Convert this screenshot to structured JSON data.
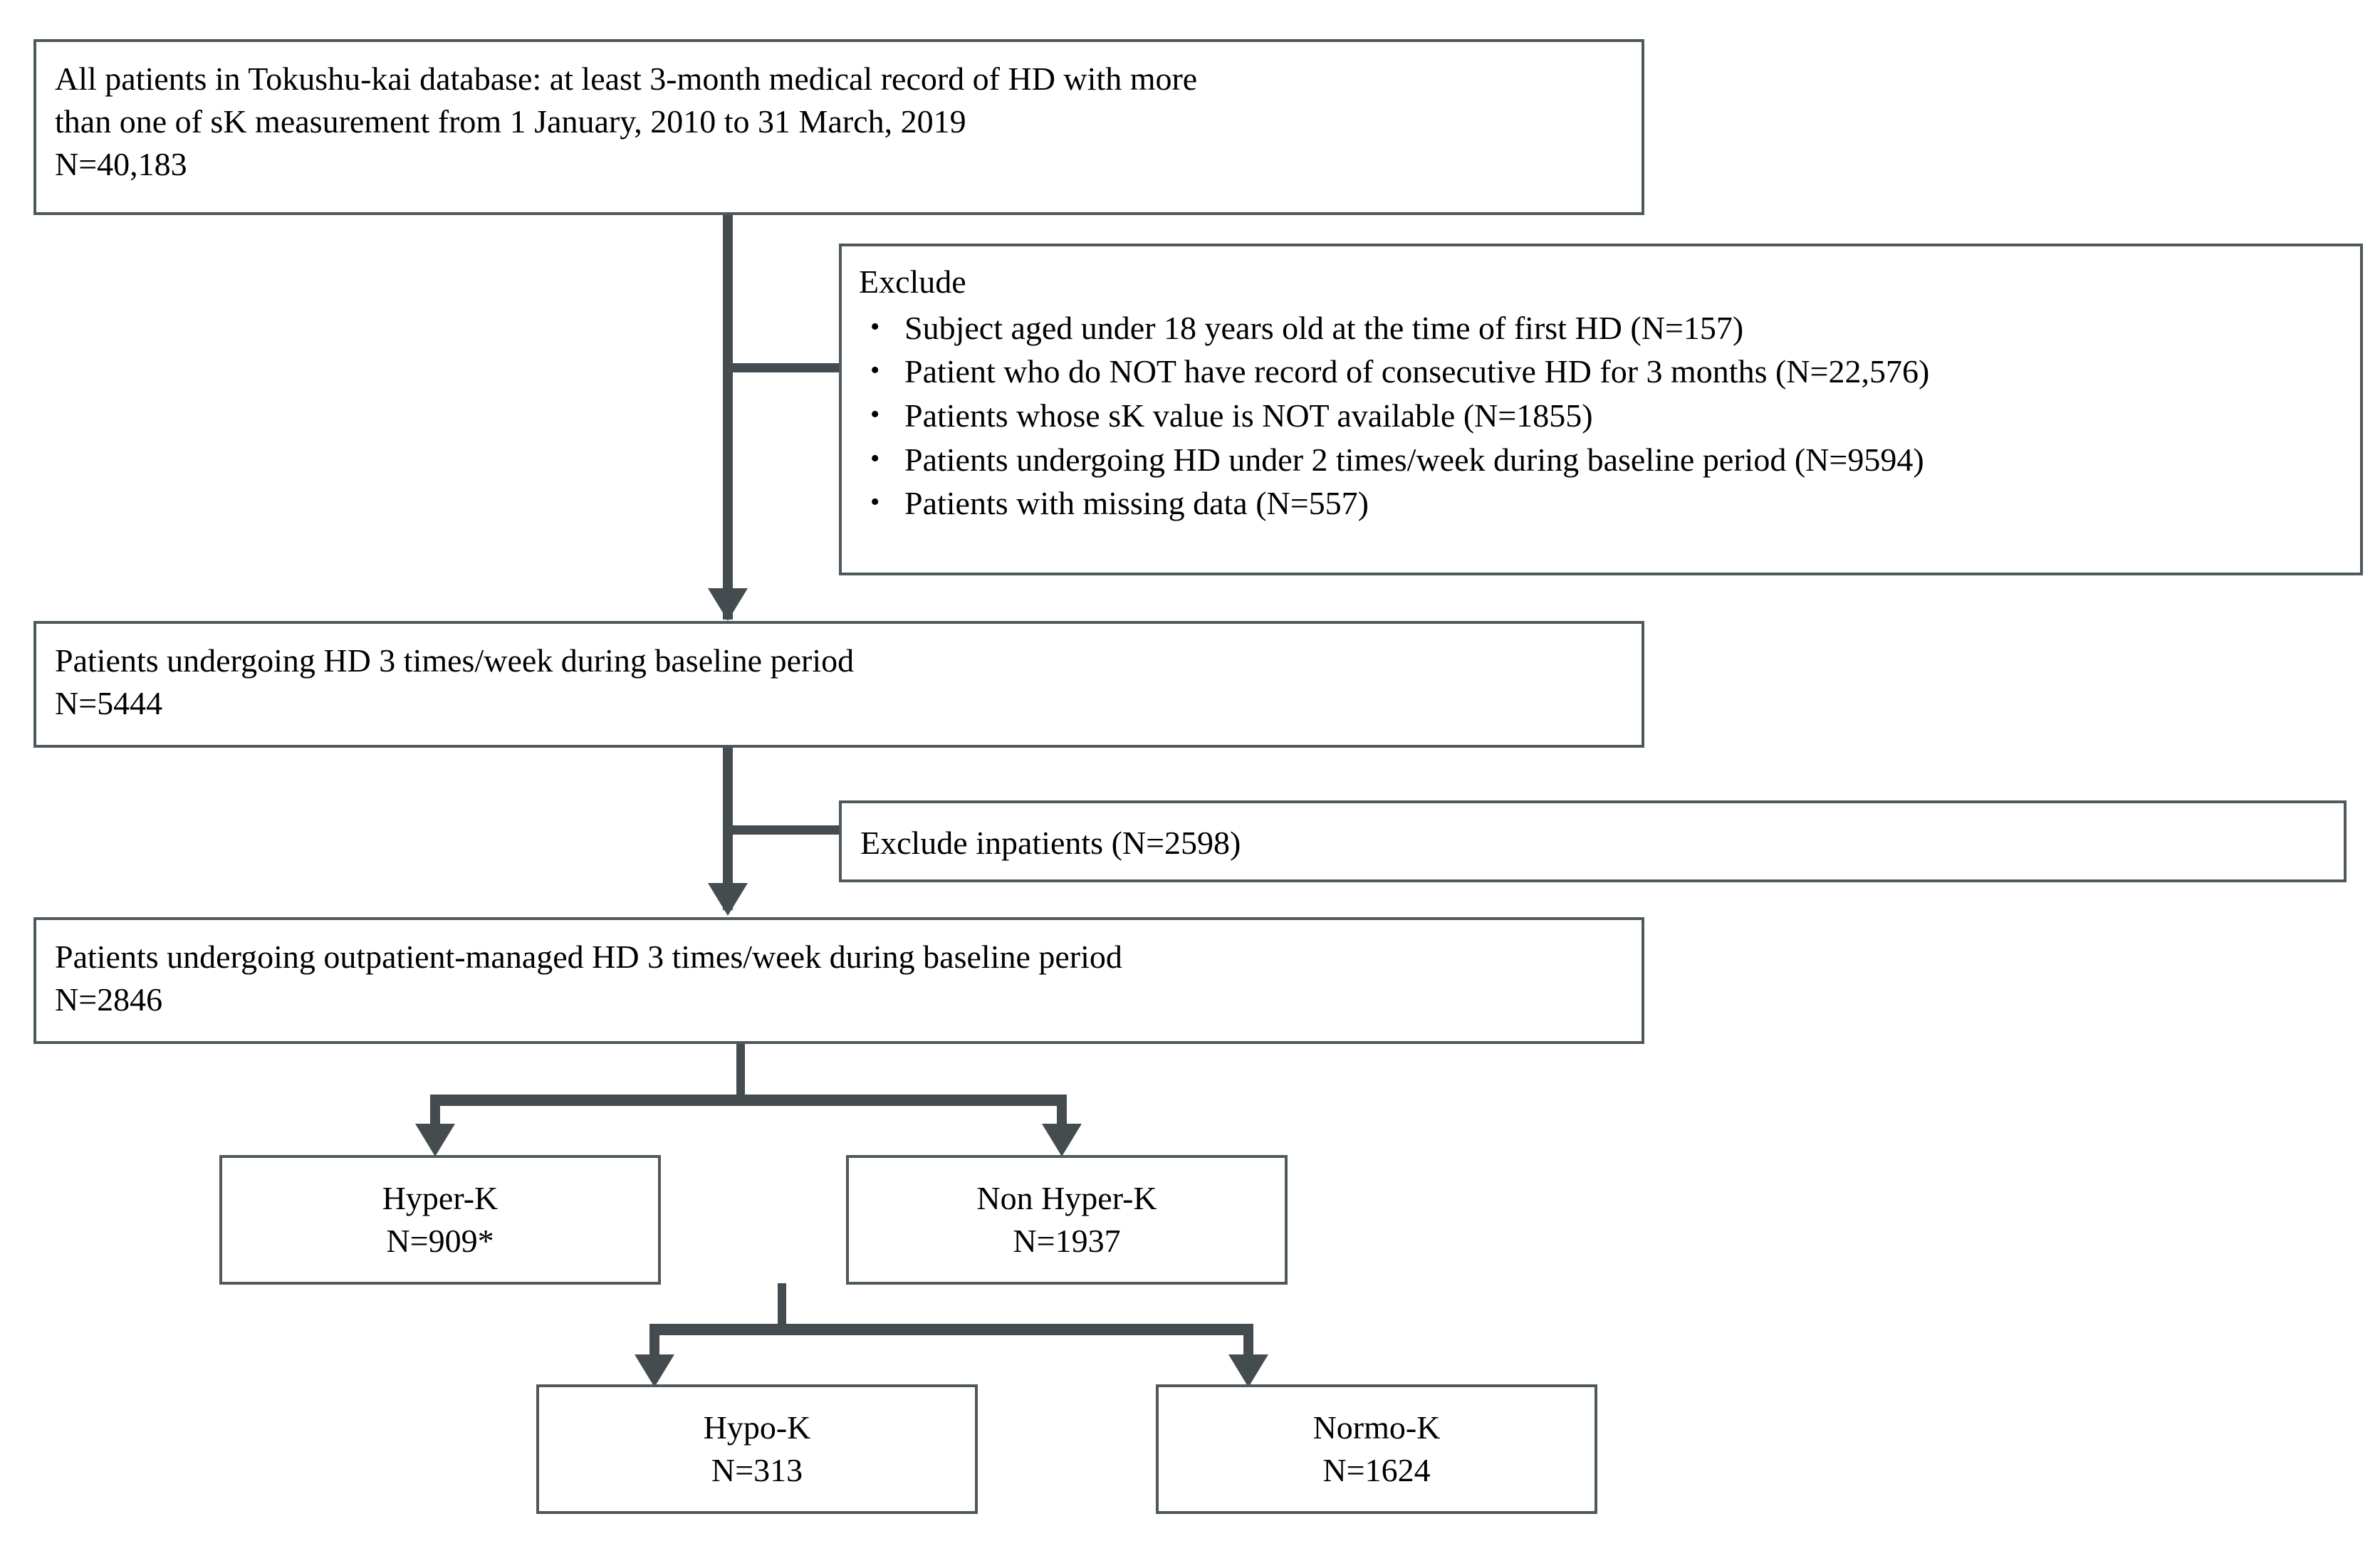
{
  "diagram": {
    "type": "flowchart",
    "title": "Patient selection flow diagram",
    "accent_color": "#444c50",
    "border_color": "#4f585c",
    "background_color": "#ffffff"
  },
  "nodes": {
    "all_patients": {
      "line1": "All patients in Tokushu-kai database: at least 3-month medical record of HD with more",
      "line2": "than one of sK measurement from 1 January, 2010 to 31 March, 2019",
      "line3": "N=40,183",
      "n": "40,183"
    },
    "exclude_1": {
      "title": "Exclude",
      "bullet_glyph": "•",
      "items": [
        "Subject aged under 18 years old at the time of first HD (N=157)",
        "Patient who do NOT have record of consecutive HD for 3 months (N=22,576)",
        "Patients whose sK value is NOT available (N=1855)",
        "Patients undergoing HD under 2 times/week during baseline period (N=9594)",
        "Patients with missing data (N=557)"
      ],
      "counts": [
        157,
        22576,
        1855,
        9594,
        557
      ]
    },
    "hd_3x_week": {
      "line1": "Patients undergoing HD 3 times/week during baseline period",
      "line2": "N=5444",
      "n": "5444"
    },
    "exclude_2": {
      "line1": "Exclude inpatients (N=2598)",
      "n": "2598"
    },
    "outpatient_hd": {
      "line1": "Patients undergoing outpatient-managed HD 3 times/week during baseline period",
      "line2": "N=2846",
      "n": "2846"
    },
    "hyper_k": {
      "line1": "Hyper-K",
      "line2": "N=909*",
      "n": "909",
      "footnote_marker": "*"
    },
    "non_hyper_k": {
      "line1": "Non Hyper-K",
      "line2": "N=1937",
      "n": "1937"
    },
    "hypo_k": {
      "line1": "Hypo-K",
      "line2": "N=313",
      "n": "313"
    },
    "normo_k": {
      "line1": "Normo-K",
      "line2": "N=1624",
      "n": "1624"
    }
  }
}
